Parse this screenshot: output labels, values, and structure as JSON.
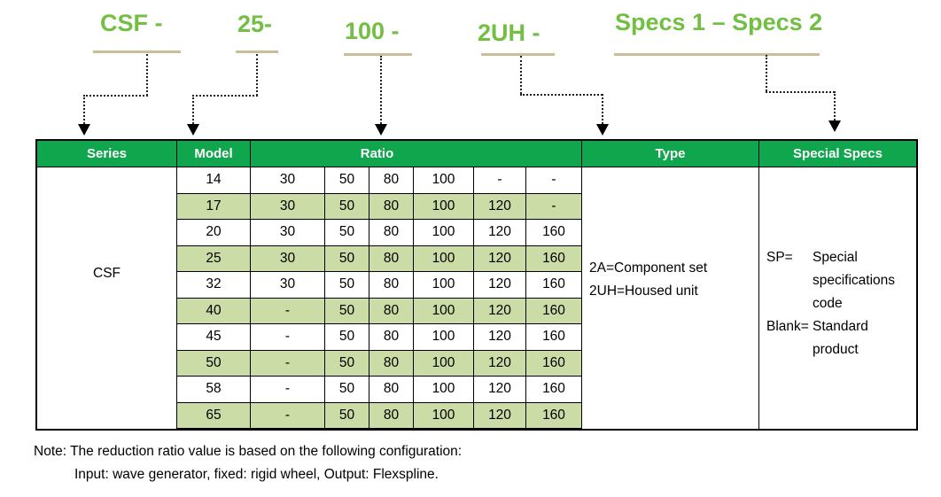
{
  "code": {
    "parts": [
      {
        "text": "CSF -"
      },
      {
        "text": "25-"
      },
      {
        "text": "100 -"
      },
      {
        "text": "2UH -"
      },
      {
        "text": "Specs 1 – Specs 2"
      }
    ]
  },
  "colors": {
    "label_green": "#72bf44",
    "header_green": "#10a64d",
    "row_shade_green": "#cbdca6",
    "underline_tan": "#c8bf98"
  },
  "table": {
    "headers": {
      "series": "Series",
      "model": "Model",
      "ratio": "Ratio",
      "type": "Type",
      "special_specs": "Special Specs"
    },
    "series_value": "CSF",
    "rows": [
      {
        "model": "14",
        "ratios": [
          "30",
          "50",
          "80",
          "100",
          "-",
          "-"
        ]
      },
      {
        "model": "17",
        "ratios": [
          "30",
          "50",
          "80",
          "100",
          "120",
          "-"
        ]
      },
      {
        "model": "20",
        "ratios": [
          "30",
          "50",
          "80",
          "100",
          "120",
          "160"
        ]
      },
      {
        "model": "25",
        "ratios": [
          "30",
          "50",
          "80",
          "100",
          "120",
          "160"
        ]
      },
      {
        "model": "32",
        "ratios": [
          "30",
          "50",
          "80",
          "100",
          "120",
          "160"
        ]
      },
      {
        "model": "40",
        "ratios": [
          "-",
          "50",
          "80",
          "100",
          "120",
          "160"
        ]
      },
      {
        "model": "45",
        "ratios": [
          "-",
          "50",
          "80",
          "100",
          "120",
          "160"
        ]
      },
      {
        "model": "50",
        "ratios": [
          "-",
          "50",
          "80",
          "100",
          "120",
          "160"
        ]
      },
      {
        "model": "58",
        "ratios": [
          "-",
          "50",
          "80",
          "100",
          "120",
          "160"
        ]
      },
      {
        "model": "65",
        "ratios": [
          "-",
          "50",
          "80",
          "100",
          "120",
          "160"
        ]
      }
    ],
    "type_lines": [
      "2A=Component set",
      "2UH=Housed unit"
    ],
    "special_specs_lines": [
      {
        "label": "SP=",
        "text": "Special"
      },
      {
        "label": "",
        "text": "specifications"
      },
      {
        "label": "",
        "text": "code"
      },
      {
        "label": "Blank=",
        "text": "Standard"
      },
      {
        "label": "",
        "text": "product"
      }
    ]
  },
  "note": {
    "line1": "Note: The reduction ratio value is based on the following configuration:",
    "line2": "Input: wave generator, fixed: rigid wheel, Output: Flexspline."
  }
}
